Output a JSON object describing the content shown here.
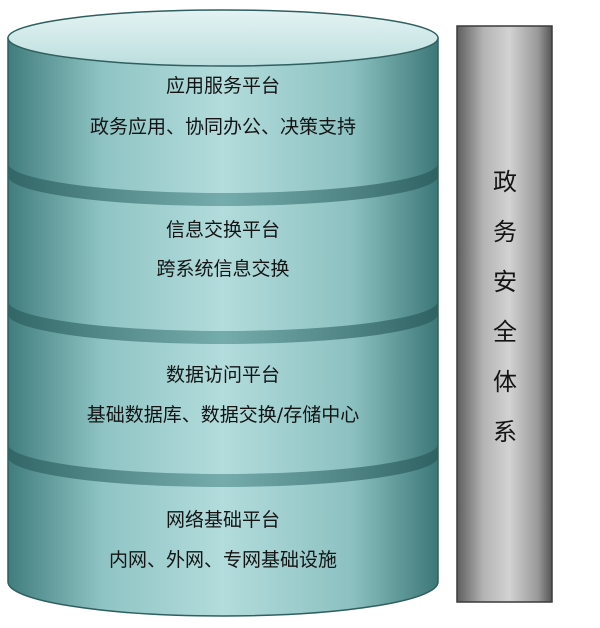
{
  "layers": [
    {
      "title": "应用服务平台",
      "description": "政务应用、协同办公、决策支持"
    },
    {
      "title": "信息交换平台",
      "description": "跨系统信息交换"
    },
    {
      "title": "数据访问平台",
      "description": "基础数据库、数据交换/存储中心"
    },
    {
      "title": "网络基础平台",
      "description": "内网、外网、专网基础设施"
    }
  ],
  "security_pillar": {
    "chars": [
      "政",
      "务",
      "安",
      "全",
      "体",
      "系"
    ]
  },
  "colors": {
    "cylinder_top": "#d2eaea",
    "cylinder_body_light": "#a9d4d4",
    "cylinder_body_dark": "#3f7b7b",
    "pillar_light": "#c8c8c8",
    "pillar_dark": "#555555"
  }
}
